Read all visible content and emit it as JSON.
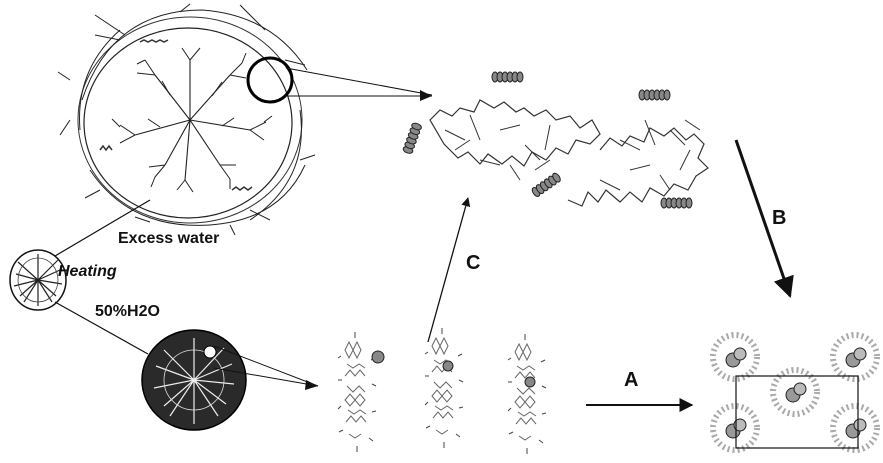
{
  "labels": {
    "excess_water": "Excess water",
    "heating": "Heating",
    "water_50": "50%H2O",
    "arrow_a": "A",
    "arrow_b": "B",
    "arrow_c": "C"
  },
  "colors": {
    "ink": "#111111",
    "molecule_grey": "#777777",
    "background": "#ffffff"
  }
}
